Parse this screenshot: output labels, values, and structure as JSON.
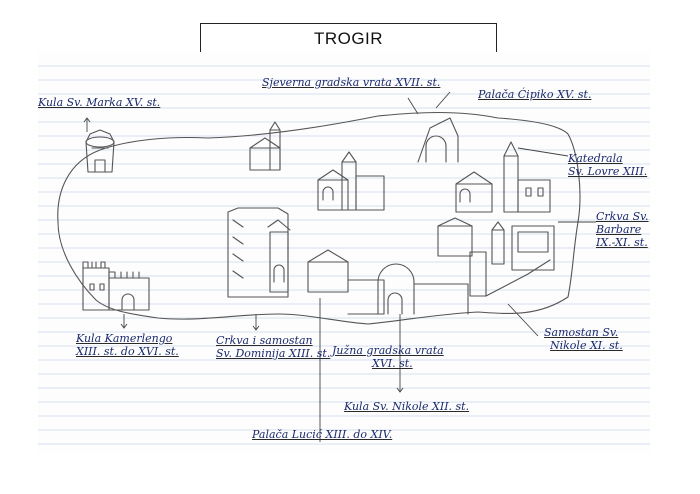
{
  "title": "TROGIR",
  "labels": {
    "kula_marka": "Kula Sv. Marka XV. st.",
    "sjeverna_vrata": "Sjeverna gradska vrata XVII. st.",
    "palaca_cipiko": "Palača Ćipiko XV. st.",
    "katedrala_1": "Katedrala",
    "katedrala_2": "Sv. Lovre XIII.",
    "crkva_barbare_1": "Crkva Sv.",
    "crkva_barbare_2": "Barbare",
    "crkva_barbare_3": "IX.-XI. st.",
    "kula_kamerlengo_1": "Kula Kamerlengo",
    "kula_kamerlengo_2": "XIII. st. do XVI. st.",
    "crkva_dominik_1": "Crkva i samostan",
    "crkva_dominik_2": "Sv. Dominija XIII. st.",
    "juzna_vrata_1": "Južna gradska vrata",
    "juzna_vrata_2": "XVI. st.",
    "samostan_nikole_1": "Samostan Sv.",
    "samostan_nikole_2": "Nikole XI. st.",
    "kula_nikole": "Kula Sv. Nikole XII. st.",
    "palaca_lucic": "Palača Lucić XIII. do XIV."
  }
}
